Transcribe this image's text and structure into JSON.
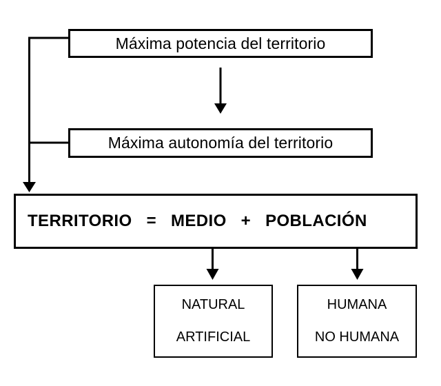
{
  "diagram": {
    "title": "TERRITORIO = MEDIO + POBLACIÓN",
    "language": "es",
    "stroke_color": "#000000",
    "background_color": "#ffffff",
    "nodes": {
      "potencia": {
        "label": "Máxima potencia del territorio"
      },
      "autonomia": {
        "label": "Máxima autonomía del territorio"
      },
      "equation": {
        "term_territorio": "TERRITORIO",
        "operator_equals": "=",
        "term_medio": "MEDIO",
        "operator_plus": "+",
        "term_poblacion": "POBLACIÓN"
      },
      "medio_types": {
        "line1": "NATURAL",
        "line2": "ARTIFICIAL"
      },
      "poblacion_types": {
        "line1": "HUMANA",
        "line2": "NO HUMANA"
      }
    },
    "connectors": [
      {
        "name": "potencia-to-equation",
        "from": "potencia",
        "to": "equation",
        "style": "elbow-left-trunk",
        "arrowhead": "down"
      },
      {
        "name": "autonomia-to-equation",
        "from": "autonomia",
        "to": "equation",
        "style": "elbow-left-trunk",
        "arrowhead": "down"
      },
      {
        "name": "potencia-to-autonomia",
        "from": "potencia",
        "to": "autonomia",
        "style": "straight-vertical",
        "arrowhead": "down"
      },
      {
        "name": "medio-to-medio-types",
        "from": "equation.term_medio",
        "to": "medio_types",
        "style": "straight-vertical",
        "arrowhead": "down"
      },
      {
        "name": "poblacion-to-poblacion-types",
        "from": "equation.term_poblacion",
        "to": "poblacion_types",
        "style": "straight-vertical",
        "arrowhead": "down"
      }
    ]
  }
}
